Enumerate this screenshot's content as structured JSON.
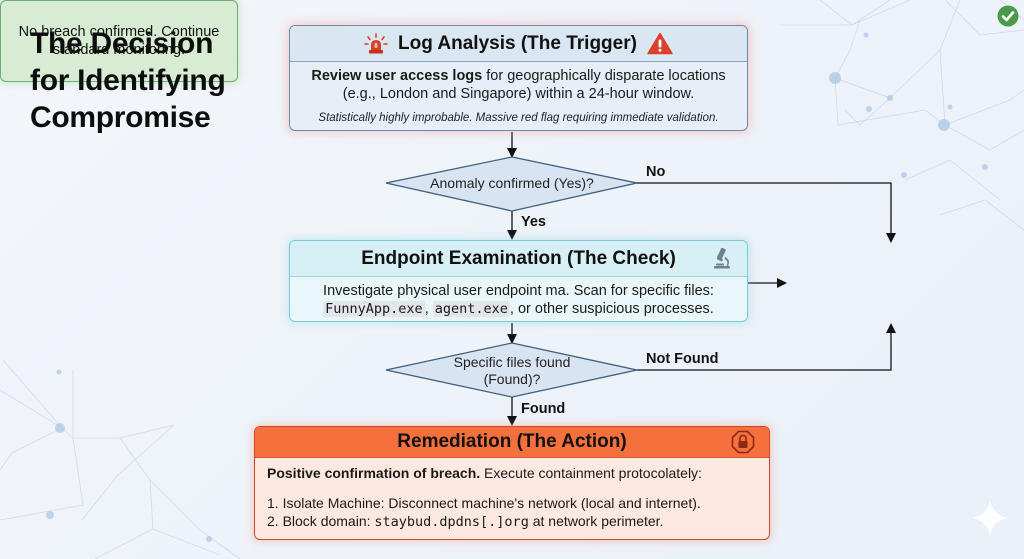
{
  "title": "The Decision for Identifying Compromise",
  "title_lines": [
    "The Decision",
    "for Identifying",
    "Compromise"
  ],
  "colors": {
    "trigger_header": "#dbe6f3",
    "check_header": "#d7f0f5",
    "action_header": "#f6703d",
    "success_fill": "#d8ecd3",
    "alert_red": "#d9412b",
    "success_green": "#4a9a4a"
  },
  "nodes": {
    "trigger": {
      "title": "Log Analysis (The Trigger)",
      "icons": [
        "siren-icon",
        "warning-icon"
      ],
      "body_bold": "Review user access logs",
      "body_rest": " for geographically disparate locations (e.g., London and Singapore) within a 24-hour window.",
      "note": "Statistically highly improbable. Massive red flag requiring immediate validation."
    },
    "decision1": {
      "label": "Anomaly confirmed (Yes)?",
      "yes_label": "Yes",
      "no_label": "No"
    },
    "check": {
      "title": "Endpoint Examination (The Check)",
      "icon": "microscope-icon",
      "body_line1": "Investigate physical user endpoint ma. Scan for specific files:",
      "file1": "FunnyApp.exe",
      "sep1": ", ",
      "file2": "agent.exe",
      "body_line2_rest": ", or other suspicious processes."
    },
    "decision2": {
      "label_line1": "Specific files found",
      "label_line2": "(Found)?",
      "yes_label": "Found",
      "no_label": "Not Found"
    },
    "no_breach": {
      "text": "No breach confirmed. Continue standard monitoring.",
      "icon": "check-circle-icon"
    },
    "action": {
      "title": "Remediation (The Action)",
      "icon": "lock-octagon-icon",
      "body_bold": "Positive confirmation of breach.",
      "body_rest": " Execute containment protocolately:",
      "step1": "1. Isolate Machine: Disconnect machine's network (local and internet).",
      "step2_prefix": "2. Block domain: ",
      "step2_domain": "staybud.dpdns[.]org",
      "step2_suffix": " at network perimeter."
    }
  }
}
